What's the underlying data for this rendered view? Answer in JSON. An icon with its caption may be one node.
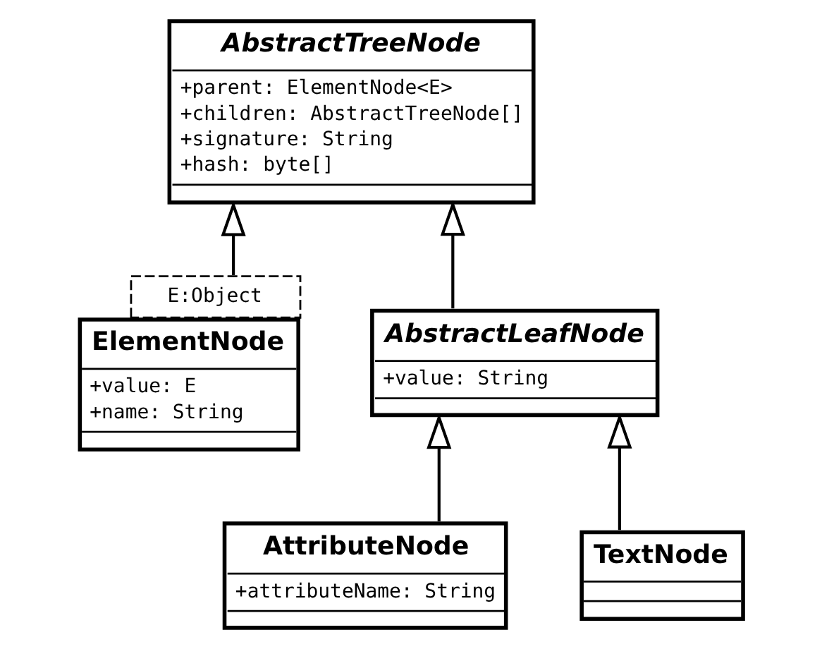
{
  "diagram": {
    "nodes": [
      {
        "text": [
          "AbstractTreeNode",
          "+parent: ElementNode<E>",
          "+children: AbstractTreeNode[]",
          "+signature: String",
          "+hash: byte[]"
        ]
      },
      {
        "text": [
          "ElementNode",
          "+value: E",
          "+name: String"
        ],
        "beside": [
          "E:Object"
        ]
      },
      {
        "text": [
          "AbstractLeafNode",
          "+value: String"
        ]
      },
      {
        "text": [
          "AttributeNode",
          "+attributeName: String"
        ]
      },
      {
        "text": [
          "TextNode"
        ]
      }
    ],
    "edges": [
      {
        "from": 1,
        "to": 0,
        "arrow": "to"
      },
      {
        "from": 2,
        "to": 0,
        "arrow": "to"
      },
      {
        "from": 3,
        "to": 2,
        "arrow": "to"
      },
      {
        "from": 4,
        "to": 2,
        "arrow": "to"
      }
    ]
  }
}
